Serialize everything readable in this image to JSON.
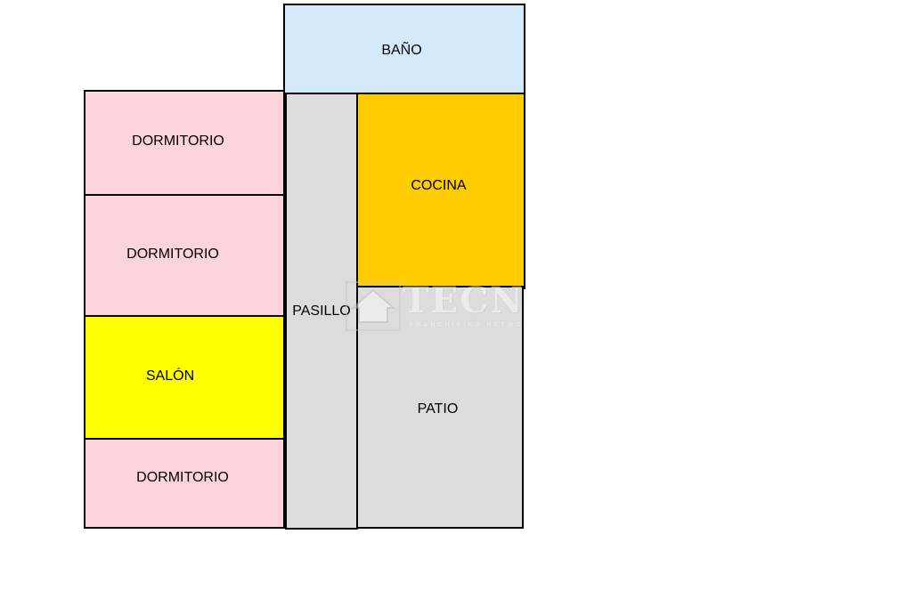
{
  "rooms": {
    "bano": {
      "label": "BAÑO",
      "color": "#d5e9fd"
    },
    "dorm1": {
      "label": "DORMITORIO",
      "color": "#fdd3dc"
    },
    "dorm2": {
      "label": "DORMITORIO",
      "color": "#fdd3dc"
    },
    "salon": {
      "label": "SALÓN",
      "color": "#ffff00"
    },
    "dorm3": {
      "label": "DORMITORIO",
      "color": "#fdd3dc"
    },
    "pasillo": {
      "label": "PASILLO",
      "color": "#dcdcdc"
    },
    "cocina": {
      "label": "COCINA",
      "color": "#ffcc00"
    },
    "patio": {
      "label": "PATIO",
      "color": "#dcdcdc"
    }
  },
  "watermark": {
    "name": "TECNOCASA",
    "tagline": "FRANCHISING NETWORK",
    "icon": "house-logo-icon"
  }
}
